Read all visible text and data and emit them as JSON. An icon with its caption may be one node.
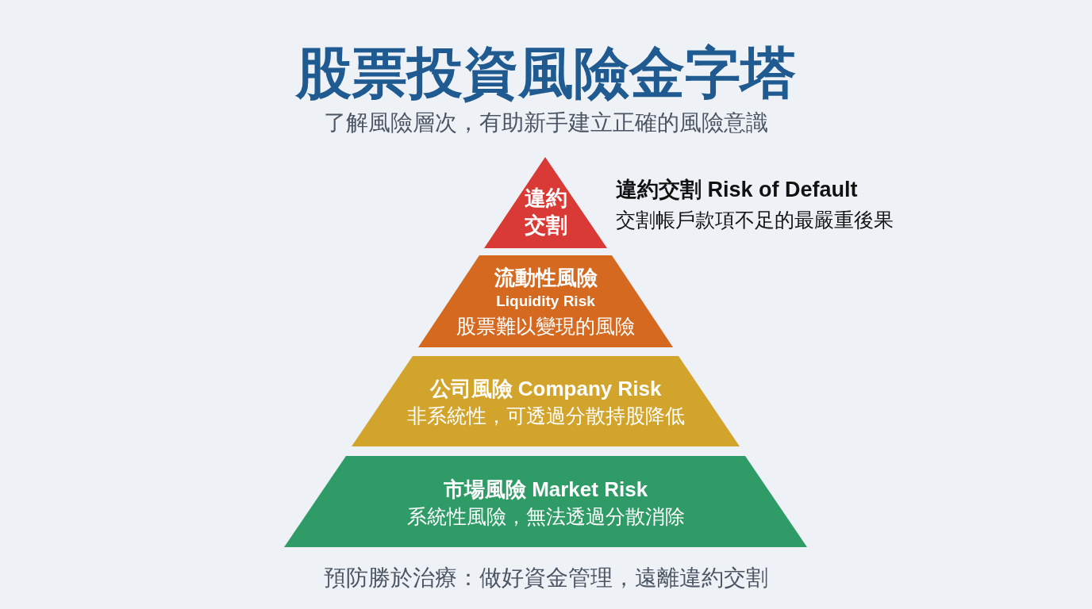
{
  "diagram": {
    "title": "股票投資風險金字塔",
    "caption": "預防勝於治療：做好資金管理，遠離違約交割",
    "nodes": [
      {
        "text": [
          "違約交割"
        ],
        "beside": [
          "違約交割 Risk of Default",
          "交割帳戶款項不足的最嚴重後果"
        ]
      },
      {
        "text": [
          "流動性風險",
          "Liquidity Risk",
          "股票難以變現的風險"
        ]
      },
      {
        "text": [
          "公司風險 Company Risk",
          "非系統性，可透過分散持股降低"
        ]
      },
      {
        "text": [
          "市場風險 Market Risk",
          "系統性風險，無法透過分散消除"
        ]
      }
    ],
    "labels": [
      "了解風險層次，有助新手建立正確的風險意識"
    ]
  }
}
